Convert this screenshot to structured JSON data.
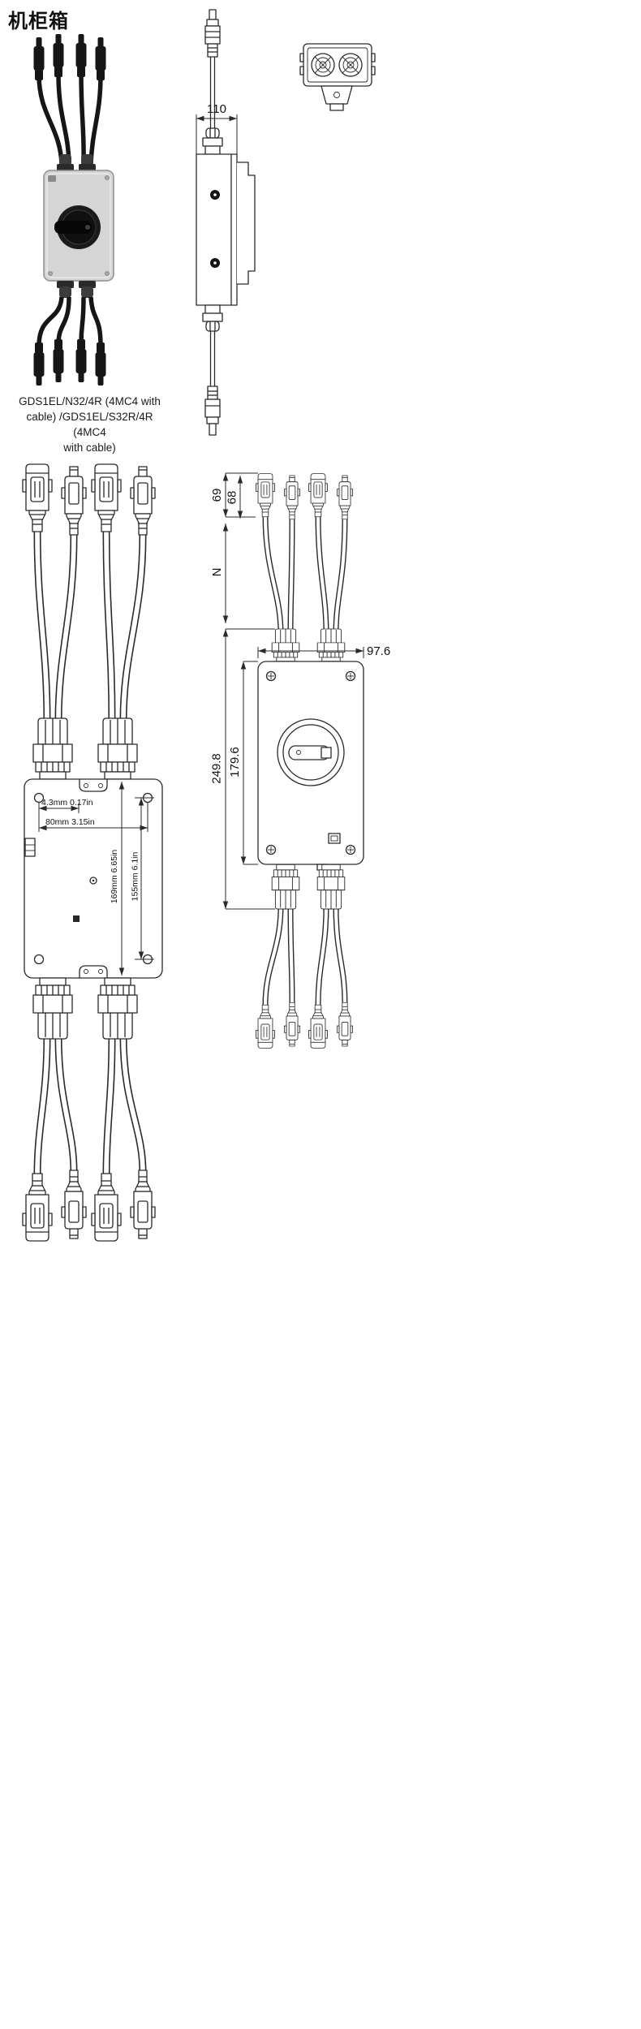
{
  "page": {
    "title": "机柜箱"
  },
  "caption": {
    "line1": "GDS1EL/N32/4R (4MC4 with",
    "line2": "cable)  /GDS1EL/S32R/4R (4MC4",
    "line3": "with cable)"
  },
  "views": {
    "side": {
      "dim_width": "110"
    },
    "front_left": {
      "dim_hole_offset": "4.3mm 0.17in",
      "dim_hole_spacing": "80mm 3.15in",
      "dim_overall_height": "169mm 6.65in",
      "dim_hole_height": "155mm 6.1in"
    },
    "front_right": {
      "dim_female_connector": "69",
      "dim_male_connector": "68",
      "dim_partial": "N",
      "dim_width": "97.6",
      "dim_overall": "249.8",
      "dim_body": "179.6"
    }
  }
}
